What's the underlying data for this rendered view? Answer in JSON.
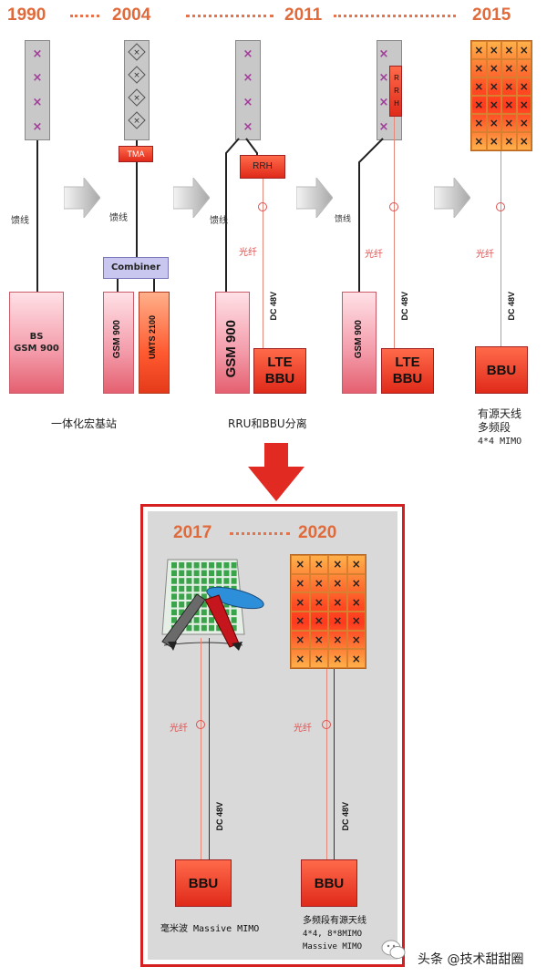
{
  "years": {
    "y1990": "1990",
    "y2004": "2004",
    "y2011": "2011",
    "y2015": "2015",
    "y2017": "2017",
    "y2020": "2020"
  },
  "labels": {
    "feeder": "馈线",
    "fiber": "光纤",
    "dc48": "DC 48V",
    "tma": "TMA",
    "combiner": "Combiner",
    "rrh_box": "RRH",
    "rrh_vertical": "RRH",
    "bs_gsm_line1": "BS",
    "bs_gsm_line2": "GSM 900",
    "gsm900": "GSM 900",
    "umts2100": "UMTS 2100",
    "lte_line1": "LTE",
    "lte_line2": "BBU",
    "bbu": "BBU"
  },
  "captions": {
    "integrated": "一体化宏基站",
    "separation": "RRU和BBU分离",
    "active_line1": "有源天线",
    "active_line2": "多频段",
    "active_line3": "4*4 MIMO",
    "mmwave": "毫米波 Massive MIMO",
    "multi_line1": "多频段有源天线",
    "multi_line2": "4*4, 8*8MIMO",
    "multi_line3": "Massive MIMO"
  },
  "watermark": "头条 @技术甜甜圈",
  "icons": [
    "chevron-arrow-icon",
    "down-arrow-icon",
    "wechat-icon"
  ],
  "colors": {
    "year": "#e06a3a",
    "frame": "#d42020",
    "panel": "#d9d9d9"
  }
}
